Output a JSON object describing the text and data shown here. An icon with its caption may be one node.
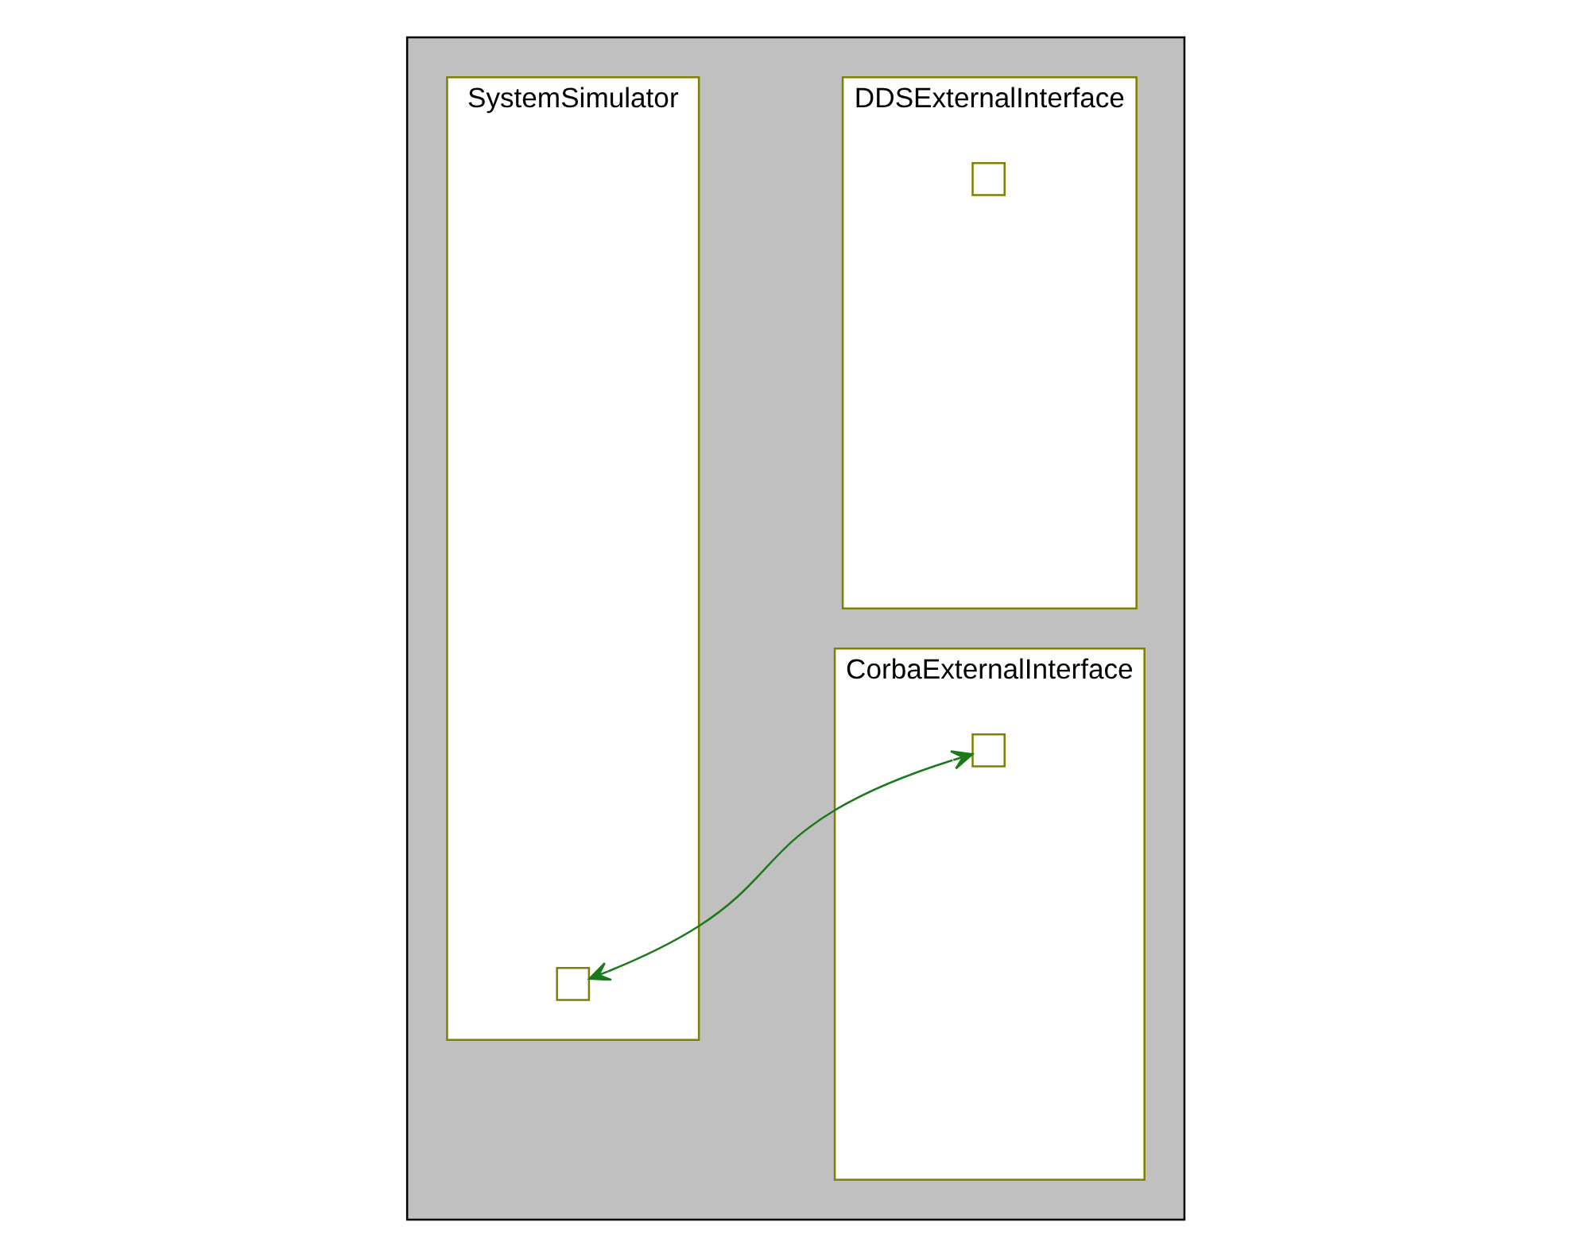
{
  "diagram": {
    "nodes": [
      {
        "text": [],
        "shape": "box"
      },
      {
        "text": [
          "SystemSimulator"
        ],
        "in": 0
      },
      {
        "text": [
          "CorbaExternalInterface"
        ],
        "in": 0
      },
      {
        "text": [
          "DDSExternalInterface"
        ],
        "in": 0
      },
      {
        "text": [],
        "shape": "box",
        "in": 1
      },
      {
        "text": [],
        "shape": "box",
        "in": 2
      },
      {
        "text": [],
        "shape": "box",
        "in": 3
      }
    ],
    "edges": [
      {
        "from": 4,
        "to": 5,
        "arrow": "both",
        "color": "#1a7a1a"
      }
    ]
  }
}
